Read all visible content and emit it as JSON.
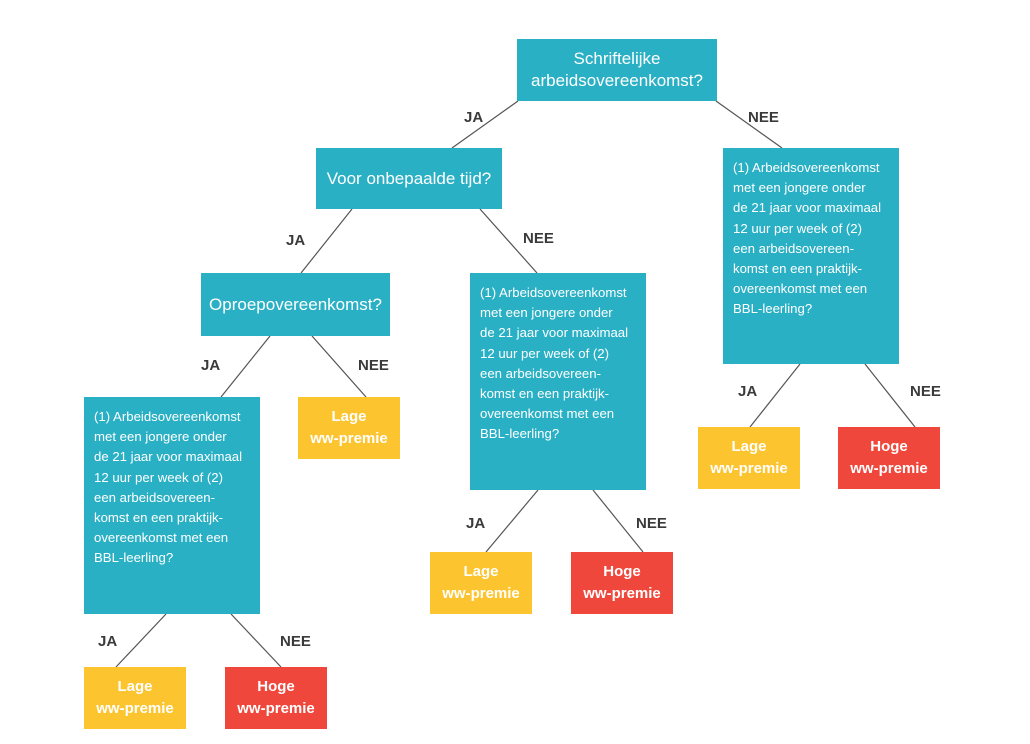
{
  "colors": {
    "question": "#2ab0c5",
    "low": "#fcc42f",
    "high": "#f0473c",
    "line": "#555555",
    "label": "#3a3a3a"
  },
  "labels": {
    "yes": "JA",
    "no": "NEE"
  },
  "questions": {
    "q1": "Schriftelijke\narbeidsovereenkomst?",
    "q2": "Voor onbepaalde tijd?",
    "q3": "Oproepovereenkomst?"
  },
  "conditions": {
    "c1": "(1) Arbeidsovereenkomst\nmet een jongere onder\nde 21 jaar voor maximaal\n12 uur per week of (2)\neen arbeidsovereen-\nkomst en  een praktijk-\novereenkomst met een\nBBL-leerling?",
    "c2": "(1) Arbeidsovereenkomst\nmet een jongere onder\nde 21 jaar voor maximaal\n12 uur per week of (2)\neen arbeidsovereen-\nkomst en  een praktijk-\novereenkomst met een\nBBL-leerling?",
    "c3": "(1) Arbeidsovereenkomst\nmet een jongere onder\nde 21 jaar voor maximaal\n12 uur per week of (2)\neen arbeidsovereen-\nkomst en  een praktijk-\novereenkomst met een\nBBL-leerling?"
  },
  "outcomes": {
    "low": "Lage\nww-premie",
    "high": "Hoge\nww-premie"
  }
}
